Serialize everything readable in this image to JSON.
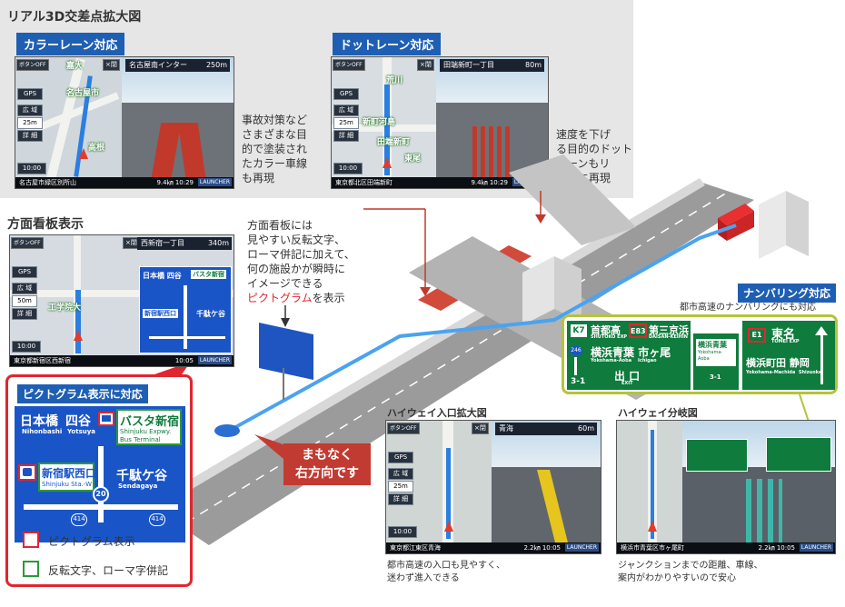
{
  "header": {
    "title": "リアル3D交差点拡大図",
    "color_lane_tag": "カラーレーン対応",
    "dot_lane_tag": "ドットレーン対応"
  },
  "screens": {
    "color_lane": {
      "btn_off": "ボタンOFF",
      "close": "×閉",
      "direction": "名古屋南インター",
      "distance": "250m",
      "gps": "GPS",
      "wide": "広 域",
      "scale": "25m",
      "detail": "詳 細",
      "time_left": "10:00",
      "map_labels": [
        "嘉大",
        "名古屋市",
        "高根"
      ],
      "location": "名古屋市緑区別所山",
      "trip": "9.4㎞ 10:29",
      "launcher": "LAUNCHER"
    },
    "dot_lane": {
      "btn_off": "ボタンOFF",
      "close": "×閉",
      "direction": "田端新町一丁目",
      "distance": "80m",
      "gps": "GPS",
      "wide": "広 域",
      "scale": "25m",
      "detail": "詳 細",
      "time_left": "10:00",
      "map_labels": [
        "荒川",
        "新町河島",
        "田端新町",
        "東尾"
      ],
      "location": "東京都北区田端新町",
      "trip": "9.4㎞ 10:29",
      "launcher": "LAUNCHER"
    },
    "signboard": {
      "btn_off": "ボタンOFF",
      "close": "×閉",
      "direction": "西新宿一丁目",
      "distance": "340m",
      "gps": "GPS",
      "wide": "広 域",
      "scale": "50m",
      "detail": "詳 細",
      "time_left": "10:00",
      "map_labels": [
        "工学院大"
      ],
      "location": "東京都新宿区西新宿",
      "trip": "10:05",
      "launcher": "LAUNCHER"
    },
    "hw_entrance": {
      "btn_off": "ボタンOFF",
      "close": "×閉",
      "direction": "青海",
      "distance": "60m",
      "gps": "GPS",
      "wide": "広 域",
      "scale": "25m",
      "detail": "詳 細",
      "time_left": "10:00",
      "location": "東京都江東区青海",
      "trip": "2.2㎞ 10:05",
      "launcher": "LAUNCHER"
    },
    "hw_junction": {
      "location": "横浜市青葉区市ヶ尾町",
      "trip": "2.2㎞ 10:05",
      "launcher": "LAUNCHER"
    }
  },
  "notes": {
    "color_lane": [
      "事故対策など",
      "さまざまな目",
      "的で塗装され",
      "たカラー車線",
      "も再現"
    ],
    "dot_lane": [
      "速度を下げ",
      "る目的のドット",
      "レーンもリ",
      "アルに再現"
    ],
    "signboard_l1": "方面看板には",
    "signboard_l2": "見やすい反転文字、",
    "signboard_l3": "ローマ併記に加えて、",
    "signboard_l4": "何の施設かが瞬時に",
    "signboard_l5": "イメージできる",
    "signboard_red": "ピクトグラム",
    "signboard_tail": "を表示"
  },
  "signboard_section": {
    "title": "方面看板表示"
  },
  "pictogram": {
    "tag": "ピクトグラム表示に対応",
    "nihonbashi": "日本橋",
    "nihonbashi_en": "Nihonbashi",
    "yotsuya": "四谷",
    "yotsuya_en": "Yotsuya",
    "busta": "バスタ新宿",
    "busta_en1": "Shinjuku Expwy.",
    "busta_en2": "Bus Terminal",
    "station": "新宿駅西口",
    "station_en": "Shinjuku Sta.-W",
    "route_20": "20",
    "sendagaya": "千駄ケ谷",
    "sendagaya_en": "Sendagaya",
    "route_414a": "414",
    "route_414b": "414",
    "legend_red": "ピクトグラム表示",
    "legend_green": "反転文字、ローマ字併記"
  },
  "callout": {
    "line1": "まもなく",
    "line2": "右方向です"
  },
  "numbering": {
    "tag": "ナンバリング対応",
    "caption": "都市高速のナンバリングにも対応",
    "k7": "K7",
    "shutoko": "首都高",
    "shutoko_en": "SHUTOKO EXP",
    "e83": "E83",
    "daisan": "第三京浜",
    "daisan_en": "DAISAN-KEIHIN",
    "route246": "246",
    "yokohama_aoba": "横浜青葉",
    "ichigao": "市ヶ尾",
    "yokohama_aoba_en": "Yokohama-Aoba",
    "ichigao_en": "Ichigao",
    "exit": "出 口",
    "exit_no": "3-1",
    "center_name": "横浜青葉",
    "center_en1": "Yokohama-",
    "center_en2": "Aoba",
    "center_no": "3-1",
    "e1": "E1",
    "tomei": "東名",
    "tomei_en": "TOMEI EXP",
    "machida": "横浜町田",
    "shizuoka": "静岡",
    "machida_en": "Yokohama-Machida",
    "shizuoka_en": "Shizuoka",
    "exit_en": "EXIT"
  },
  "hw_entrance": {
    "title": "ハイウェイ入口拡大図",
    "note1": "都市高速の入口も見やすく、",
    "note2": "迷わず進入できる"
  },
  "hw_junction": {
    "title": "ハイウェイ分岐図",
    "note1": "ジャンクションまでの距離、車線、",
    "note2": "案内がわかりやすいので安心"
  },
  "colors": {
    "blue_tag": "#1f5fb3",
    "red_accent": "#e0262e",
    "sign_green": "#0f7b3d",
    "numbering_border": "#b5c43a"
  }
}
